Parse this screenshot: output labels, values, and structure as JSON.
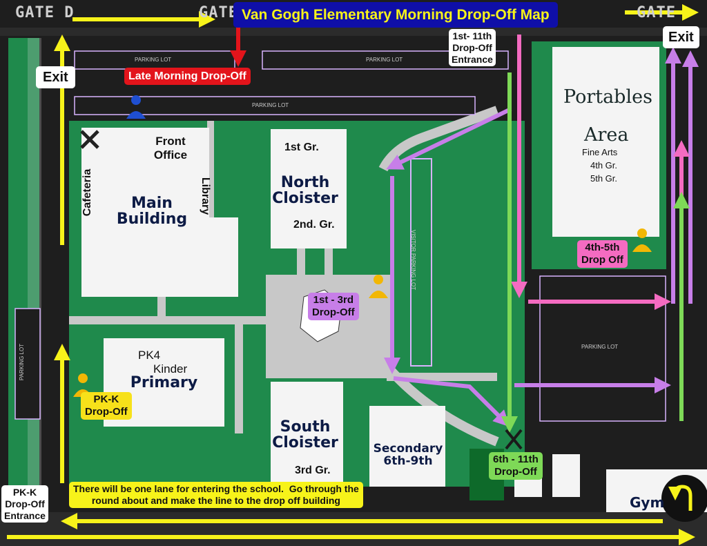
{
  "title": "Van Gogh Elementary Morning Drop-Off Map",
  "colors": {
    "yellow_route": "#f7f31a",
    "purple_route": "#c77ee8",
    "pink_route": "#f46bc1",
    "green_route": "#7ed957",
    "red_arrow": "#e3141b",
    "title_bg": "#0f0fa8",
    "campus_green": "#1f8a4c"
  },
  "gates": {
    "gate_left": "GATE D",
    "gate_mid": "GATE",
    "gate_right": "GATE"
  },
  "exits": {
    "left": "Exit",
    "right": "Exit"
  },
  "parking": {
    "lot_top_left": "PARKING LOT",
    "lot_top_right": "PARKING LOT",
    "lot_top_long": "PARKING LOT",
    "lot_left_vertical": "PARKING LOT",
    "lot_bottom_right": "PARKING LOT",
    "visitor": "VISITOR PARKING LOT"
  },
  "buildings": {
    "main": "Main\nBuilding",
    "front_office": "Front\nOffice",
    "cafeteria": "Cafeteria",
    "library": "Library",
    "north_cloister": "North\nCloister",
    "north_grade_top": "1st Gr.",
    "north_grade_bottom": "2nd. Gr.",
    "portables_line1": "Portables",
    "portables_line2": "Area",
    "portables_sub1": "Fine Arts",
    "portables_sub2": "4th Gr.",
    "portables_sub3": "5th Gr.",
    "primary": "Primary",
    "primary_sub1": "PK4",
    "primary_sub2": "Kinder",
    "south_cloister": "South\nCloister",
    "south_grade": "3rd Gr.",
    "secondary": "Secondary\n6th-9th",
    "gym": "Gym"
  },
  "labels": {
    "late_dropoff": "Late Morning Drop-Off",
    "entrance_1_11": "1st- 11th\nDrop-Off\nEntrance",
    "dropoff_4_5": "4th-5th\nDrop Off",
    "dropoff_1_3": "1st - 3rd\nDrop-Off",
    "dropoff_pk_k": "PK-K\nDrop-Off",
    "dropoff_6_11": "6th - 11th\nDrop-Off",
    "entrance_pk_k": "PK-K\nDrop-Off\nEntrance",
    "note": "There will be one lane for entering the school.  Go through the\nround about and make the line to the drop off building"
  }
}
